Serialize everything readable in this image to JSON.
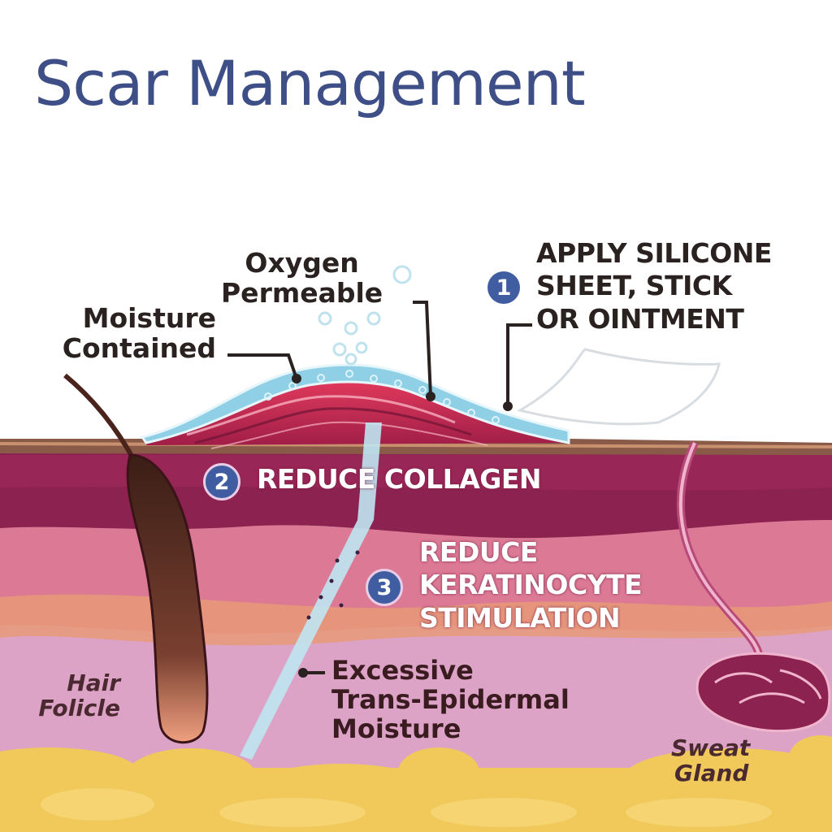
{
  "title": "Scar Management",
  "callouts": {
    "oxygen": [
      "Oxygen",
      "Permeable"
    ],
    "moisture": [
      "Moisture",
      "Contained"
    ],
    "step1": {
      "number": "1",
      "lines": [
        "APPLY SILICONE",
        "SHEET, STICK",
        "OR OINTMENT"
      ]
    },
    "step2": {
      "number": "2",
      "label": "REDUCE COLLAGEN"
    },
    "step3": {
      "number": "3",
      "lines": [
        "REDUCE",
        "KERATINOCYTE",
        "STIMULATION"
      ]
    },
    "tewl": [
      "Excessive",
      "Trans-Epidermal",
      "Moisture"
    ]
  },
  "anatomy": {
    "hair": [
      "Hair",
      "Folicle"
    ],
    "sweat": [
      "Sweat",
      "Gland"
    ]
  },
  "colors": {
    "title": "#3e4e86",
    "badge": "#3f5da0",
    "dermis_dark": "#8c2250",
    "dermis_mid": "#c2456e",
    "dermis_light": "#dc7a96",
    "hypodermis": "#dca3c6",
    "fat": "#f0c95a",
    "silicone": "#8fd0e6"
  }
}
